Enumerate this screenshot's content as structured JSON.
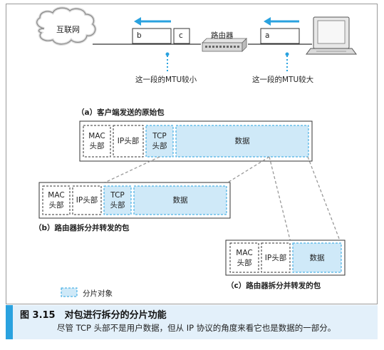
{
  "top": {
    "internet_label": "互联网",
    "router_label": "路由器",
    "packet_b": "b",
    "packet_c": "c",
    "packet_a": "a",
    "mtu_small": "这一段的MTU较小",
    "mtu_large": "这一段的MTU较大"
  },
  "section_a": {
    "title": "（a）客户端发送的原始包",
    "mac": "MAC\n头部",
    "ip": "IP头部",
    "tcp": "TCP\n头部",
    "data": "数据"
  },
  "section_b": {
    "title": "（b）路由器拆分并转发的包",
    "mac": "MAC\n头部",
    "ip": "IP头部",
    "tcp": "TCP\n头部",
    "data": "数据"
  },
  "section_c": {
    "title": "（c）路由器拆分并转发的包",
    "mac": "MAC\n头部",
    "ip": "IP头部",
    "data": "数据"
  },
  "legend": {
    "label": "分片对象"
  },
  "caption": {
    "title": "图 3.15　对包进行拆分的分片功能",
    "subtitle": "尽管 TCP 头部不是用户数据，但从 IP 协议的角度来看它也是数据的一部分。"
  },
  "colors": {
    "accent_blue": "#2aa2df",
    "fragment_fill": "#cfe9f8",
    "caption_bg": "#e3f0fa"
  }
}
